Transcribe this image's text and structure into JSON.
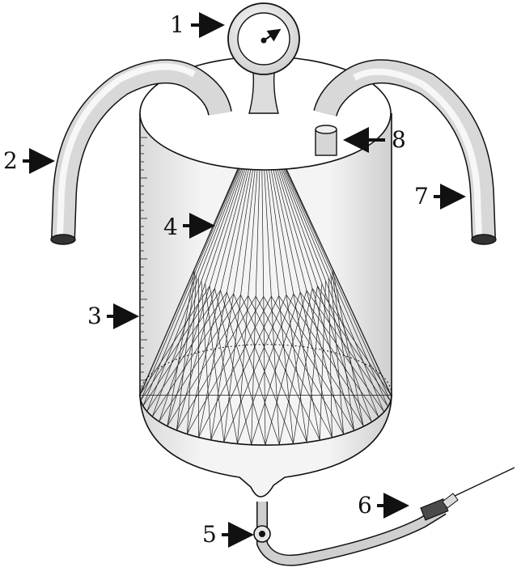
{
  "colors": {
    "stroke": "#111111",
    "tube_light": "#f4f4f4",
    "tube_dark": "#8e8e8e",
    "tank_fill": "#ececec",
    "mesh": "#222222",
    "sleeve": "#4a4a4a"
  },
  "callouts": [
    {
      "id": "c1",
      "label": "1",
      "part": "pressure-gauge"
    },
    {
      "id": "c2",
      "label": "2",
      "part": "left-tube"
    },
    {
      "id": "c3",
      "label": "3",
      "part": "cylinder-tank"
    },
    {
      "id": "c4",
      "label": "4",
      "part": "cone-mesh"
    },
    {
      "id": "c5",
      "label": "5",
      "part": "outlet-valve"
    },
    {
      "id": "c6",
      "label": "6",
      "part": "needle-sleeve"
    },
    {
      "id": "c7",
      "label": "7",
      "part": "right-tube"
    },
    {
      "id": "c8",
      "label": "8",
      "part": "top-port"
    }
  ]
}
